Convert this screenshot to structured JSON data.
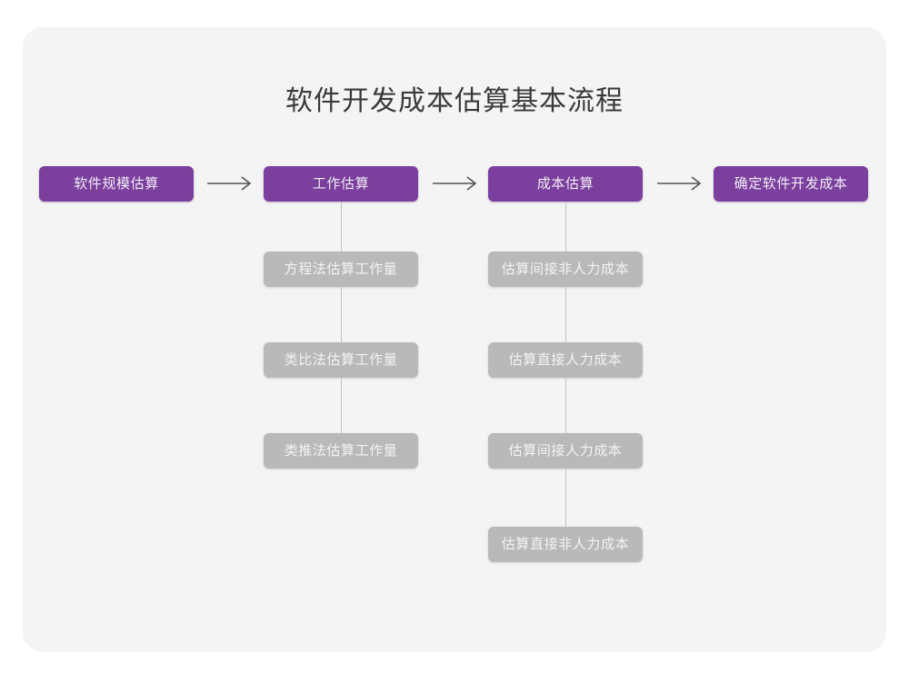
{
  "diagram": {
    "title": "软件开发成本估算基本流程",
    "colors": {
      "background": "#ffffff",
      "card": "#f4f4f5",
      "primary_node": "#7b3f9d",
      "primary_text": "#f2ecf6",
      "sub_node": "#b9b9b9",
      "sub_text": "#f3f3f3",
      "connector": "#c2c2c2",
      "arrow": "#555555",
      "title_text": "#3a3a3a"
    },
    "main_steps": [
      {
        "label": "软件规模估算"
      },
      {
        "label": "工作估算"
      },
      {
        "label": "成本估算"
      },
      {
        "label": "确定软件开发成本"
      }
    ],
    "arrows": [
      {
        "name": "arrow-1",
        "glyph": "→"
      },
      {
        "name": "arrow-2",
        "glyph": "→"
      },
      {
        "name": "arrow-3",
        "glyph": "→"
      }
    ],
    "work_estimation_methods": [
      {
        "label": "方程法估算工作量"
      },
      {
        "label": "类比法估算工作量"
      },
      {
        "label": "类推法估算工作量"
      }
    ],
    "cost_estimation_items": [
      {
        "label": "估算间接非人力成本"
      },
      {
        "label": "估算直接人力成本"
      },
      {
        "label": "估算间接人力成本"
      },
      {
        "label": "估算直接非人力成本"
      }
    ]
  }
}
